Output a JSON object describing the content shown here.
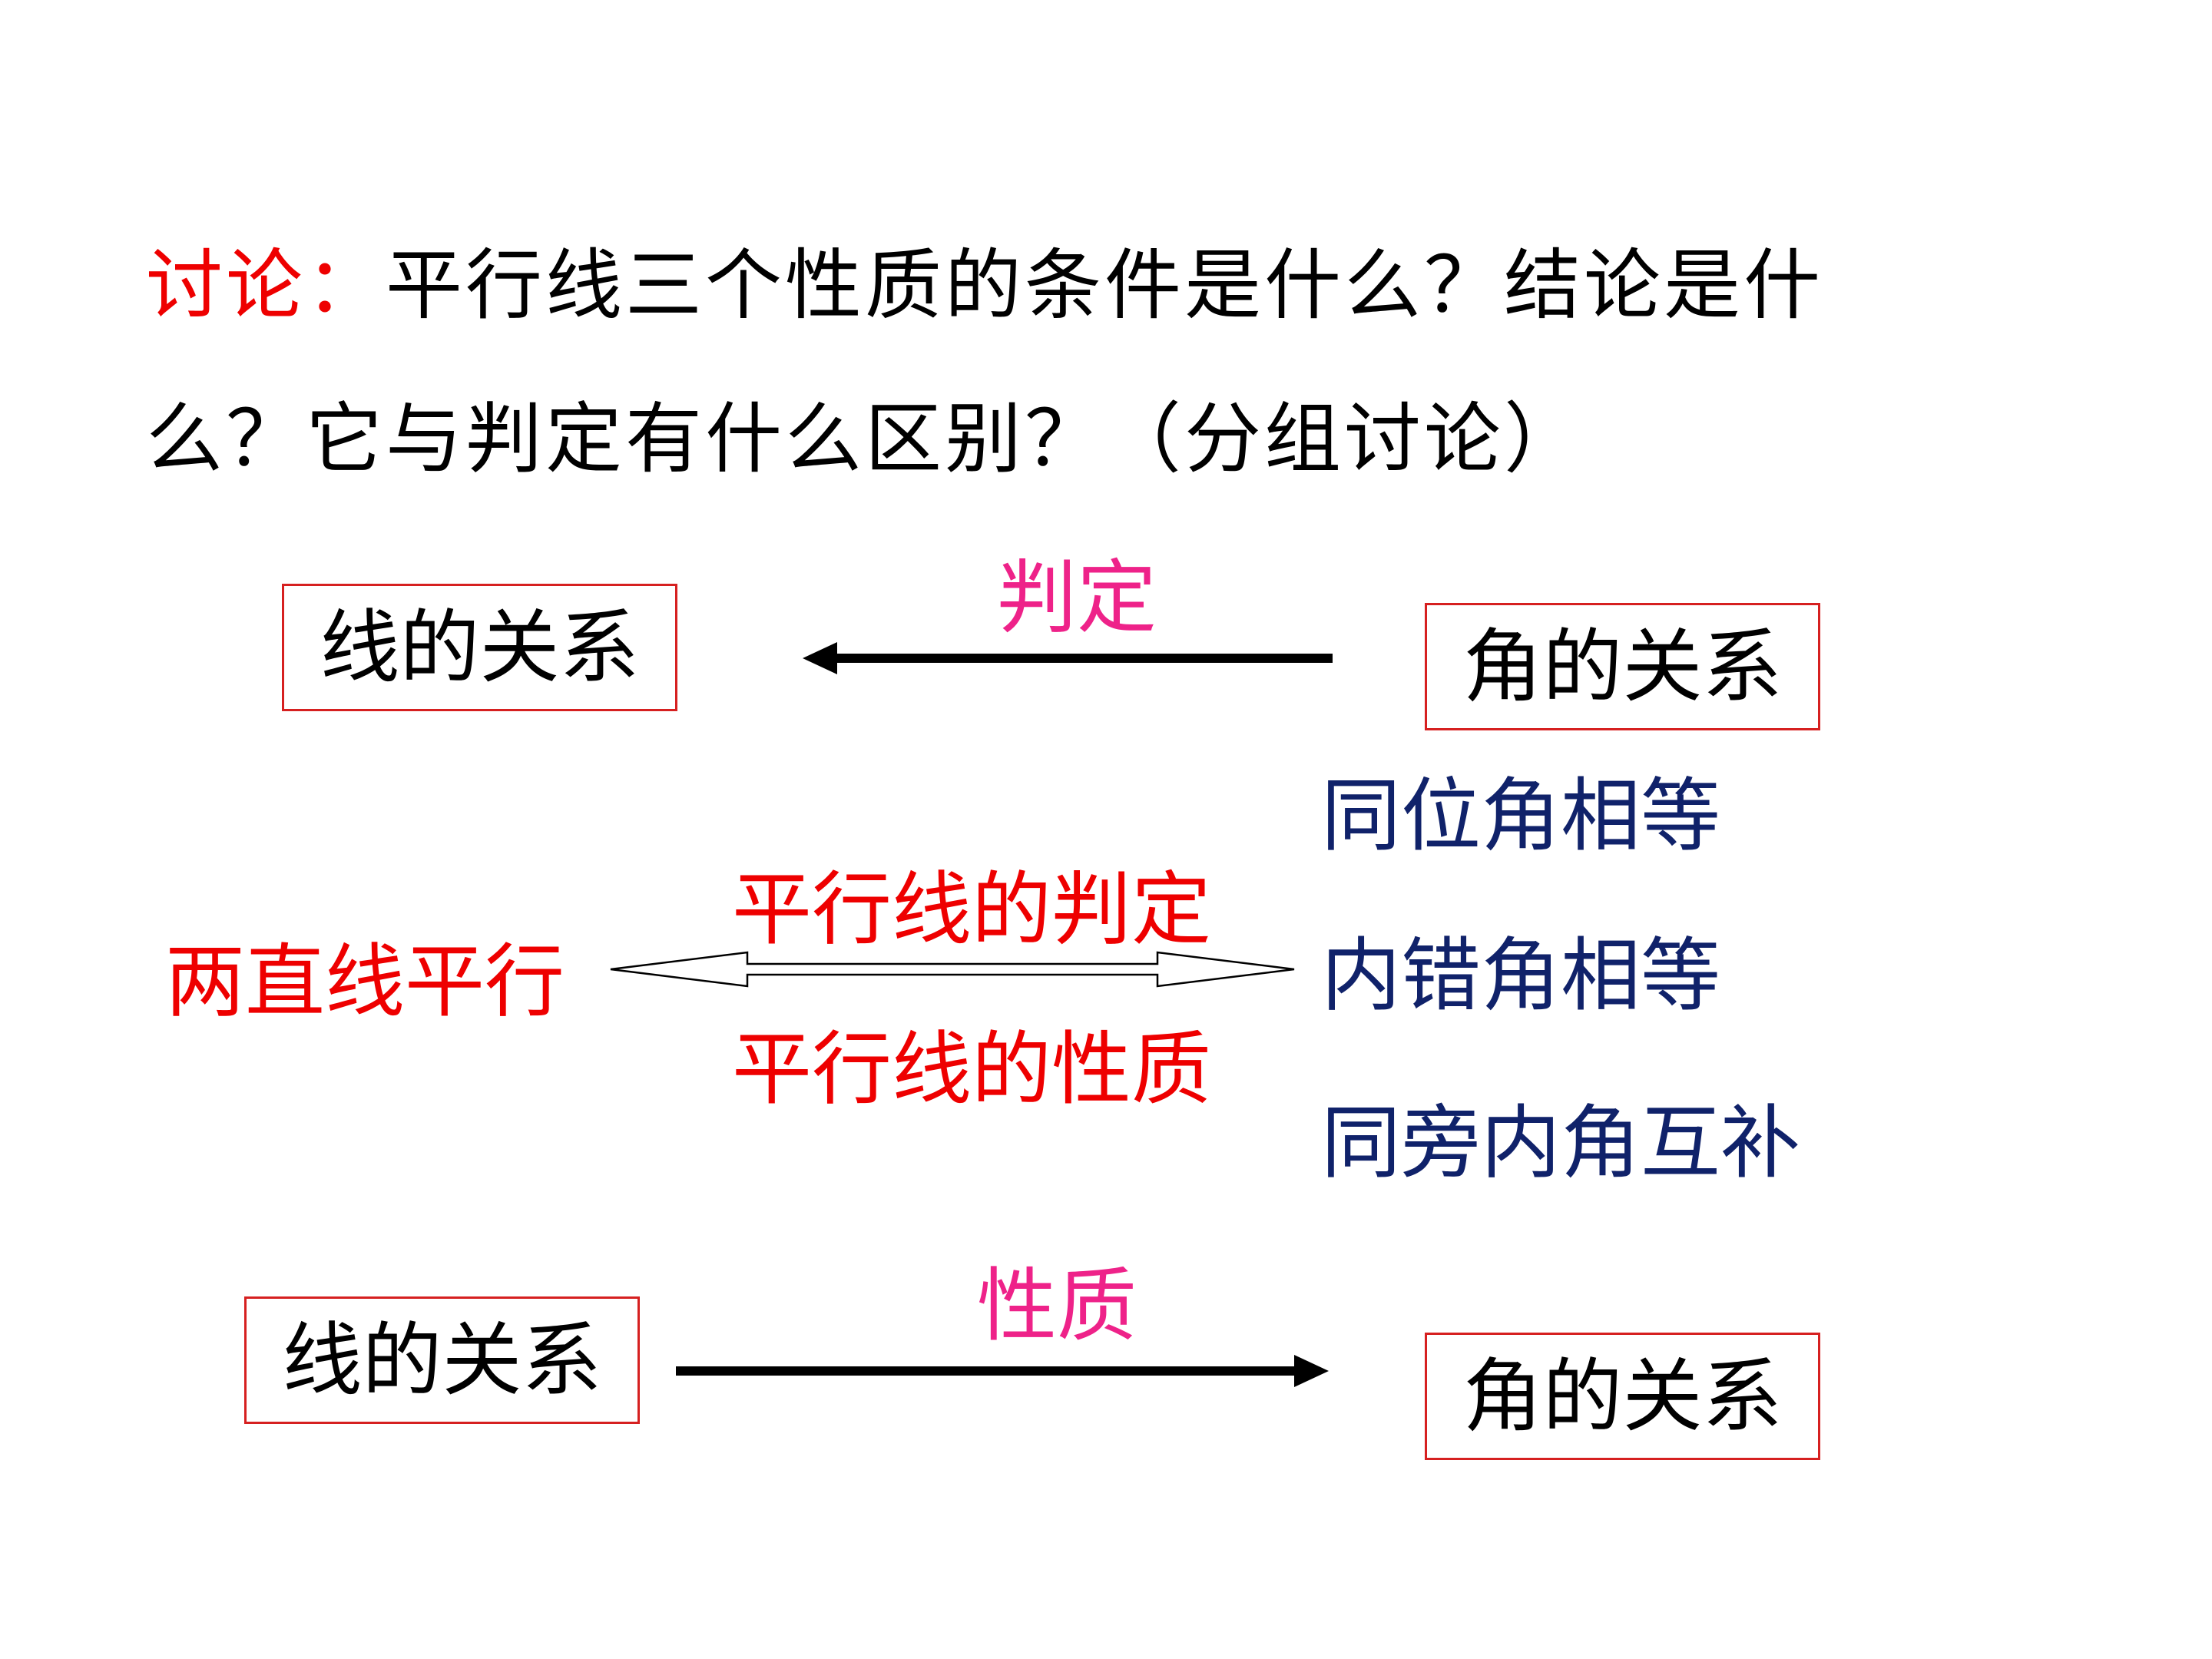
{
  "discussion": {
    "label": "讨论：",
    "line1_rest": "平行线三个性质的条件是什么？结论是什",
    "line2": "么？它与判定有什么区别？（分组讨论）"
  },
  "top_row": {
    "left_box": "线的关系",
    "arrow_label": "判定",
    "right_box": "角的关系"
  },
  "middle": {
    "left_text": "两直线平行",
    "upper_label": "平行线的判定",
    "lower_label": "平行线的性质",
    "angle_conditions": [
      "同位角相等",
      "内错角相等",
      "同旁内角互补"
    ]
  },
  "bottom_row": {
    "left_box": "线的关系",
    "arrow_label": "性质",
    "right_box": "角的关系"
  },
  "colors": {
    "red": "#ee0000",
    "pink": "#ee2289",
    "navy": "#10226a",
    "box_border": "#d62020"
  }
}
